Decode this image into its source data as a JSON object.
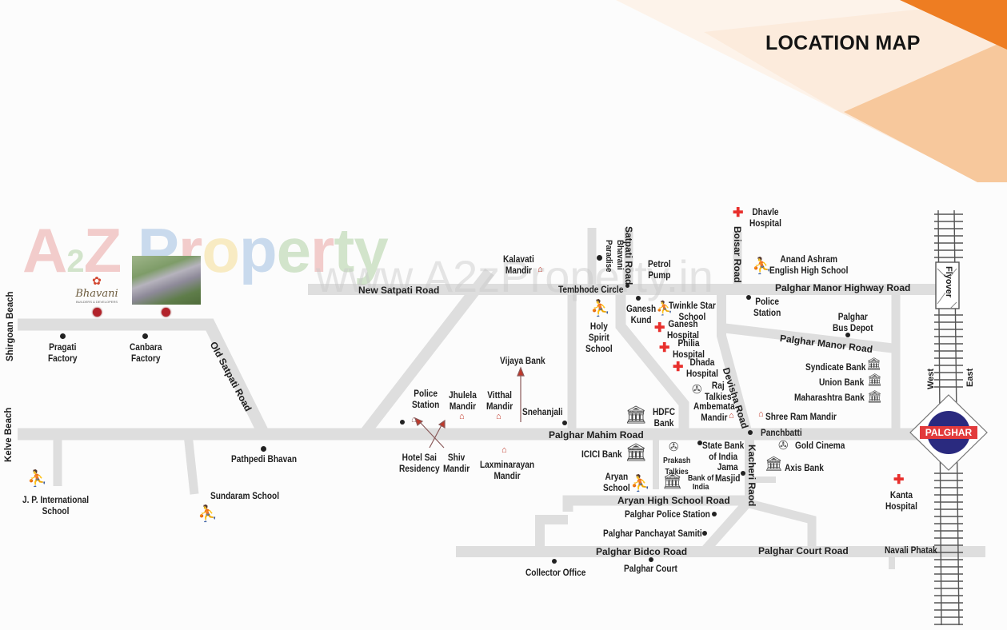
{
  "title": "LOCATION MAP",
  "colors": {
    "road": "#dcdcdc",
    "accent_orange": "#ee7d22",
    "accent_orange_light": "#f7c89c",
    "accent_orange_pale": "#fcebdc",
    "hospital": "#e8302d",
    "school": "#3a3281",
    "station_fill": "#2a2a7f",
    "station_label": "#e23a3c",
    "project_marker": "#b2222a"
  },
  "watermark": {
    "line1": "A2Z Property",
    "line2": "www.A2zProperty.in"
  },
  "project": {
    "builder_name": "Bhavani",
    "builder_tagline": "BUILDERS & DEVELOPERS"
  },
  "roads": {
    "new_satpati": "New Satpati Road",
    "old_satpati": "Old Satpati Road",
    "satpati": "Satpati Road",
    "boisar": "Boisar Road",
    "palghar_manor_highway": "Palghar Manor Highway Road",
    "palghar_manor": "Palghar Manor Road",
    "devisha": "Devisha Road",
    "palghar_mahim": "Palghar Mahim Road",
    "kacheri": "Kacheri Raod",
    "aryan_high_school": "Aryan High School Road",
    "palghar_bidco": "Palghar Bidco Road",
    "palghar_court_road": "Palghar Court Road",
    "flyover": "Flyover"
  },
  "directions": {
    "west": "West",
    "east": "East"
  },
  "station": {
    "name": "PALGHAR"
  },
  "beaches": {
    "shirgoan": "Shirgoan Beach",
    "kelve": "Kelve Beach"
  },
  "places": {
    "pragati_factory": "Pragati\nFactory",
    "canbara_factory": "Canbara\nFactory",
    "pathpedi_bhavan": "Pathpedi Bhavan",
    "jp_school": "J. P. International\nSchool",
    "sundaram_school": "Sundaram School",
    "kalavati_mandir": "Kalavati\nMandir",
    "tembhode_circle": "Tembhode Circle",
    "bhavani_paradise": "Bhavani\nParadise",
    "petrol_pump": "Petrol\nPump",
    "holy_spirit_school": "Holy\nSpirit\nSchool",
    "ganesh_kund": "Ganesh\nKund",
    "twinkle_star_school": "Twinkle Star\nSchool",
    "ganesh_hospital": "Ganesh\nHospital",
    "philia_hospital": "Philia\nHospital",
    "dhada_hospital": "Dhada\nHospital",
    "dhavle_hospital": "Dhavle\nHospital",
    "anand_ashram": "Anand Ashram\nEnglish High School",
    "police_station_north": "Police\nStation",
    "palghar_bus_depot": "Palghar\nBus Depot",
    "vijaya_bank": "Vijaya Bank",
    "police_station_west": "Police\nStation",
    "jhulela_mandir": "Jhulela\nMandir",
    "vitthal_mandir": "Vitthal\nMandir",
    "snehanjali": "Snehanjali",
    "hotel_sai": "Hotel Sai\nResidency",
    "shiv_mandir": "Shiv\nMandir",
    "laxminarayan_mandir": "Laxminarayan\nMandir",
    "hdfc_bank": "HDFC\nBank",
    "raj_talkies": "Raj\nTalkies",
    "ambemata_mandir": "Ambemata\nMandir",
    "shree_ram_mandir": "Shree Ram Mandir",
    "syndicate_bank": "Syndicate Bank",
    "union_bank": "Union Bank",
    "maharashtra_bank": "Maharashtra Bank",
    "panchbatti": "Panchbatti",
    "gold_cinema": "Gold Cinema",
    "axis_bank": "Axis Bank",
    "icici_bank": "ICICI Bank",
    "prakash_talkies": "Prakash\nTalkies",
    "sbi": "State Bank\nof India",
    "jama_masjid": "Jama\nMasjid",
    "bank_of_india": "Bank of\nIndia",
    "aryan_school": "Aryan\nSchool",
    "palghar_police_station": "Palghar Police Station",
    "palghar_panchayat_samiti": "Palghar Panchayat Samiti",
    "collector_office": "Collector Office",
    "palghar_court": "Palghar Court",
    "navali_phatak": "Navali Phatak",
    "kanta_hospital": "Kanta\nHospital"
  }
}
